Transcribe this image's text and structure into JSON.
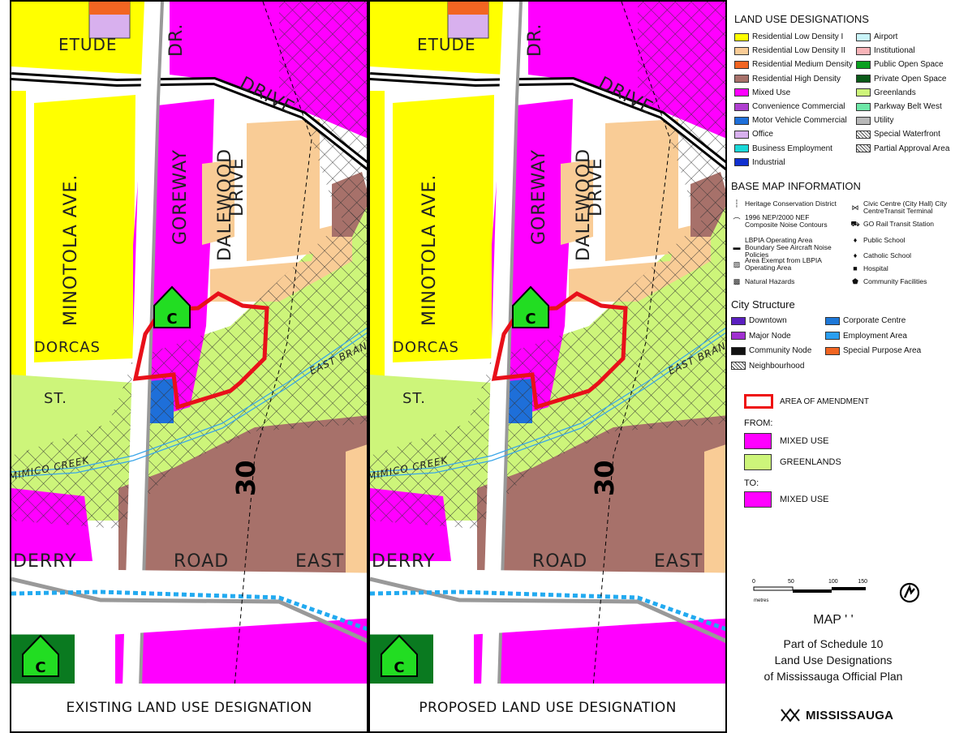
{
  "left_panel": {
    "caption": "EXISTING LAND USE DESIGNATION",
    "street_labels": [
      "ETUDE",
      "DR.",
      "DRIVE",
      "MINOTOLA AVE.",
      "GOREWAY",
      "DALEWOOD",
      "DRIVE",
      "DORCAS",
      "ST.",
      "MIMICO CREEK",
      "EAST BRANCH",
      "DERRY",
      "ROAD",
      "EAST"
    ],
    "contour_label": "30",
    "community_marker": "C"
  },
  "right_panel": {
    "caption": "PROPOSED LAND USE DESIGNATION",
    "street_labels": [
      "ETUDE",
      "DR.",
      "DRIVE",
      "MINOTOLA AVE.",
      "GOREWAY",
      "DALEWOOD",
      "DRIVE",
      "DORCAS",
      "ST.",
      "MIMICO CREEK",
      "EAST BRANCH",
      "DERRY",
      "ROAD",
      "EAST"
    ],
    "contour_label": "30",
    "community_marker": "C"
  },
  "legend": {
    "land_use_title": "LAND USE DESIGNATIONS",
    "land_use_left": [
      {
        "label": "Residential Low Density I",
        "color": "#ffff00"
      },
      {
        "label": "Residential Low Density II",
        "color": "#f9cc96"
      },
      {
        "label": "Residential Medium Density",
        "color": "#f26522"
      },
      {
        "label": "Residential High Density",
        "color": "#a7716a"
      },
      {
        "label": "Mixed Use",
        "color": "#ff00ff"
      },
      {
        "label": "Convenience Commercial",
        "color": "#b040d0"
      },
      {
        "label": "Motor Vehicle Commercial",
        "color": "#1e6fd9"
      },
      {
        "label": "Office",
        "color": "#d8b0ee"
      },
      {
        "label": "Business Employment",
        "color": "#19d8d8"
      },
      {
        "label": "Industrial",
        "color": "#1030d0"
      }
    ],
    "land_use_right": [
      {
        "label": "Airport",
        "color": "#c8f4f8"
      },
      {
        "label": "Institutional",
        "color": "#f8b4b8"
      },
      {
        "label": "Public Open Space",
        "color": "#0aa020"
      },
      {
        "label": "Private Open Space",
        "color": "#0a5a18"
      },
      {
        "label": "Greenlands",
        "color": "#cdf57a"
      },
      {
        "label": "Parkway Belt West",
        "color": "#6ee8a8"
      },
      {
        "label": "Utility",
        "color": "#b8b8b8"
      },
      {
        "label": "Special Waterfront",
        "color": "#ffffff"
      },
      {
        "label": "Partial Approval Area",
        "color": "#ffffff"
      }
    ],
    "base_map_title": "BASE MAP INFORMATION",
    "base_map_left": [
      {
        "label": "Heritage Conservation District"
      },
      {
        "label": "1996 NEP/2000 NEF Composite Noise Contours"
      },
      {
        "label": "LBPIA Operating Area Boundary See Aircraft Noise Policies"
      },
      {
        "label": "Area Exempt from LBPIA Operating Area"
      },
      {
        "label": "Natural Hazards"
      }
    ],
    "base_map_right": [
      {
        "label": "Civic Centre (City Hall) City CentreTransit Terminal"
      },
      {
        "label": "GO Rail Transit Station"
      },
      {
        "label": "Public School"
      },
      {
        "label": "Catholic School"
      },
      {
        "label": "Hospital"
      },
      {
        "label": "Community Facilities"
      }
    ],
    "city_structure_title": "City Structure",
    "city_structure_left": [
      {
        "label": "Downtown",
        "color": "#5a1fc0"
      },
      {
        "label": "Major Node",
        "color": "#a030d0"
      },
      {
        "label": "Community Node",
        "color": "#111111"
      },
      {
        "label": "Neighbourhood",
        "color": "#ffffff"
      }
    ],
    "city_structure_right": [
      {
        "label": "Corporate Centre",
        "color": "#1e78d8"
      },
      {
        "label": "Employment Area",
        "color": "#2a9ef0"
      },
      {
        "label": "Special Purpose Area",
        "color": "#f26522"
      }
    ],
    "amendment_label": "AREA OF AMENDMENT",
    "from_label": "FROM:",
    "from_items": [
      {
        "label": "MIXED USE",
        "color": "#ff00ff"
      },
      {
        "label": "GREENLANDS",
        "color": "#cdf57a"
      }
    ],
    "to_label": "TO:",
    "to_items": [
      {
        "label": "MIXED USE",
        "color": "#ff00ff"
      }
    ],
    "scale": {
      "ticks": [
        "0",
        "50",
        "100",
        "150"
      ],
      "unit": "metres"
    },
    "map_title": "MAP ' '",
    "map_subtitle": [
      "Part of Schedule 10",
      "Land Use Designations",
      "of Mississauga Official Plan"
    ],
    "logo_text": "MISSISSAUGA"
  }
}
